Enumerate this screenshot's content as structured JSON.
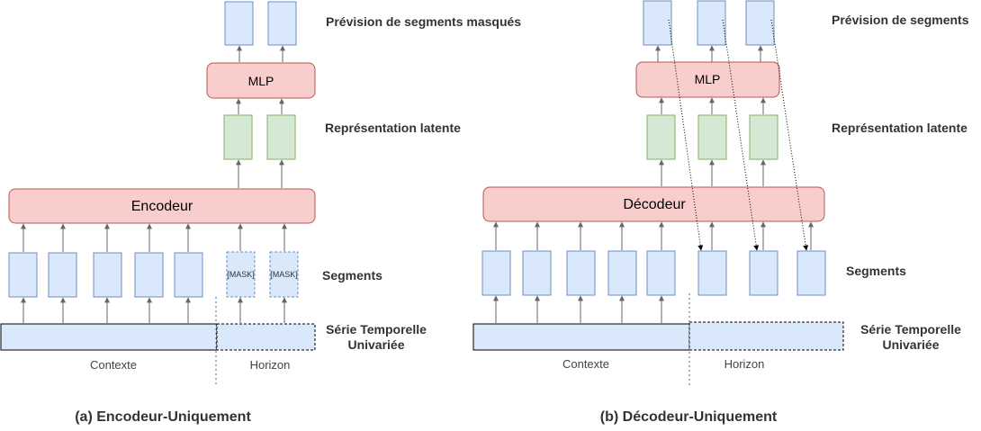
{
  "colors": {
    "segment_fill": "#dae8fc",
    "segment_stroke": "#6c8ebf",
    "latent_fill": "#d5e8d4",
    "latent_stroke": "#82b366",
    "block_fill": "#f8cecc",
    "block_stroke": "#b85450",
    "arrow": "#666666"
  },
  "left": {
    "caption": "(a) Encodeur-Uniquement",
    "label_prediction": "Prévision de segments masqués",
    "label_mlp": "MLP",
    "label_latent": "Représentation latente",
    "label_block": "Encodeur",
    "label_segments": "Segments",
    "mask_token": "[MASK]",
    "label_series_line1": "Série Temporelle",
    "label_series_line2": "Univariée",
    "label_context": "Contexte",
    "label_horizon": "Horizon"
  },
  "right": {
    "caption": "(b) Décodeur-Uniquement",
    "label_prediction": "Prévision de segments",
    "label_mlp": "MLP",
    "label_latent": "Représentation latente",
    "label_block": "Décodeur",
    "label_segments": "Segments",
    "label_series_line1": "Série Temporelle",
    "label_series_line2": "Univariée",
    "label_context": "Contexte",
    "label_horizon": "Horizon"
  }
}
